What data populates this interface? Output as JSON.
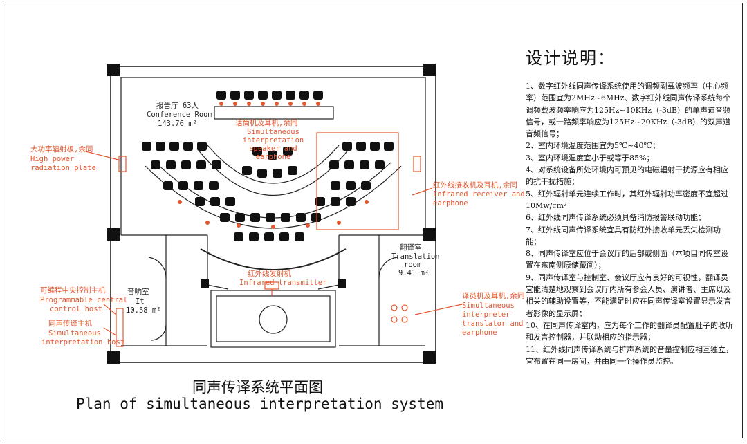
{
  "labels": {
    "conference_room_cn": "报告厅 63人",
    "conference_room_en": "Conference Room",
    "conference_room_area": "143.76 m²",
    "speaker_earphone_cn": "话筒机及耳机,余同",
    "speaker_earphone_en": "Simultaneous interpretation speaker and earphone",
    "high_power_cn": "大功率辐射板,余同",
    "high_power_en1": "High power",
    "high_power_en2": "radiation plate",
    "receiver_cn": "红外线接收机及耳机,余同",
    "receiver_en1": "Infrared receiver and",
    "receiver_en2": "earphone",
    "transmitter_cn": "红外线发射机",
    "transmitter_en": "Infrared transmitter",
    "sound_room_cn": "音响室",
    "sound_room_en": "It",
    "sound_room_area": "10.58 m²",
    "translation_room_cn": "翻译室",
    "translation_room_en1": "Translation",
    "translation_room_en2": "room",
    "translation_room_area": "9.41 m²",
    "control_host_cn": "可编程中央控制主机",
    "control_host_en1": "Programmable central",
    "control_host_en2": "control host",
    "interp_host_cn": "同声传译主机",
    "interp_host_en1": "Simultaneous",
    "interp_host_en2": "interpretation host",
    "translator_cn": "译员机及耳机,余同",
    "translator_en1": "Simultaneous",
    "translator_en2": "interpreter",
    "translator_en3": "translator and",
    "translator_en4": "earphone"
  },
  "caption": {
    "cn": "同声传译系统平面图",
    "en": "Plan of simultaneous interpretation system"
  },
  "notes": {
    "title": "设计说明：",
    "items": [
      "1、数字红外线同声传译系统使用的调频副载波频率（中心频率）范围宜为2MHz~6MHz、数字红外线同声传译系统每个调频载波频率响应为125Hz~10KHz（-3dB）的单声道音频信号，或一路频率响应为125Hz~20KHz（-3dB）的双声道音频信号；",
      "2、室内环境温度范围宜为5℃~40℃；",
      "3、室内环境湿度宜小于或等于85%；",
      "4、对系统设备所处环境内可预见的电磁辐射干扰源应有相应的抗干扰措施；",
      "5、红外辐射单元连续工作时，其红外辐射功率密度不宜超过10Mw/cm²",
      "6、红外线同声传译系统必须具备消防报警联动功能；",
      "7、红外线同声传译系统宜具有防红外接收单元丢失检测功能；",
      "8、同声传译室应位于会议厅的后部或侧面（本项目同传室设置在东南侧原储藏间）；",
      "9、同声传译室与控制室、会议厅应有良好的可视性，翻译员宜能清楚地观察到会议厅内所有参会人员、演讲者、主席以及相关的辅助设置等，不能满足时应在同声传译室设置显示发言者影像的显示屏；",
      "10、在同声传译室内，应为每个工作的翻译员配置肚子的收听和发言控制器，并联动相应的指示器；",
      "11、红外线同声传译系统与扩声系统的音量控制应相互独立，宜布置在同一房间，并由同一个操作员监控。"
    ]
  },
  "colors": {
    "annotation": "#e4572e",
    "ink": "#111111"
  }
}
